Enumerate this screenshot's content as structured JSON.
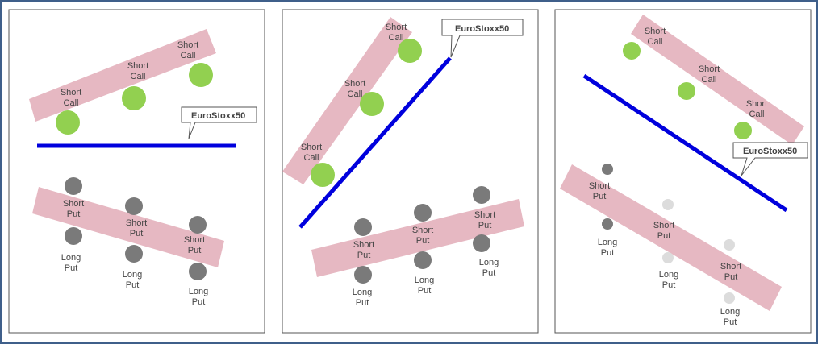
{
  "colors": {
    "frame_border": "#3f5f8a",
    "band": "#e6b8c2",
    "index_line": "#0000dd",
    "call_dot": "#92d050",
    "put_dot": "#7a7a7a",
    "faded_dot": "#dcdcdc",
    "text": "#444444"
  },
  "index_label": "EuroStoxx50",
  "labels": {
    "short_call": [
      "Short",
      "Call"
    ],
    "short_put": [
      "Short",
      "Put"
    ],
    "long_put": [
      "Long",
      "Put"
    ]
  }
}
